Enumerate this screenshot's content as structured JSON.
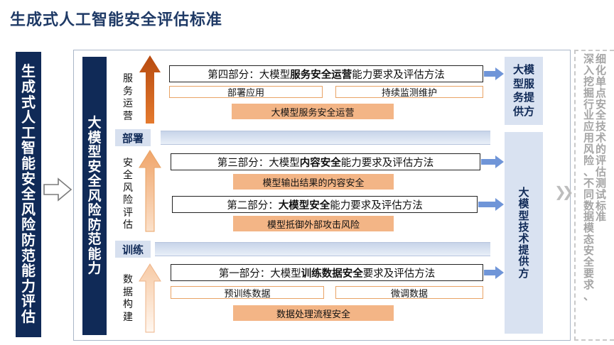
{
  "title": "生成式人工智能安全评估标准",
  "left_bar": "生成式人工智能安全风险防范能力评估",
  "mid_bar": "大模型安全风险防范能力",
  "stages": {
    "service": "服务运营",
    "risk": "安全风险评估",
    "data": "数据构建"
  },
  "phases": {
    "deploy": "部署",
    "train": "训练"
  },
  "parts": {
    "p4": {
      "pre": "第四部分：大模型",
      "bold": "服务安全运营",
      "post": "能力要求及评估方法"
    },
    "p3": {
      "pre": "第三部分：大模型",
      "bold": "内容安全",
      "post": "能力要求及评估方法"
    },
    "p2": {
      "pre": "第二部分：",
      "bold": "大模型安全",
      "post": "能力要求及评估方法"
    },
    "p1": {
      "pre": "第一部分：大模型",
      "bold": "训练数据安全",
      "post": "要求及评估方法"
    }
  },
  "items": {
    "deploy_app": "部署应用",
    "monitor": "持续监测维护",
    "service_ops": "大模型服务安全运营",
    "content_safety": "模型输出结果的内容安全",
    "attack_risk": "模型抵御外部攻击风险",
    "pretrain": "预训练数据",
    "finetune": "微调数据",
    "pipeline": "数据处理流程安全"
  },
  "providers": {
    "service": "大模型服务提供方",
    "tech": "大模型技术提供方"
  },
  "right_text": {
    "col1": "深入挖掘行业应用风险、不同数据模态安全要求、",
    "col2": "细化单点安全技术的评估测试标准"
  },
  "colors": {
    "navy": "#102a57",
    "orange_dark": "#c95a1a",
    "orange_light": "#f3b586",
    "blue_arrow": "#6f95d8",
    "provider_bg": "#d9e2f1"
  }
}
